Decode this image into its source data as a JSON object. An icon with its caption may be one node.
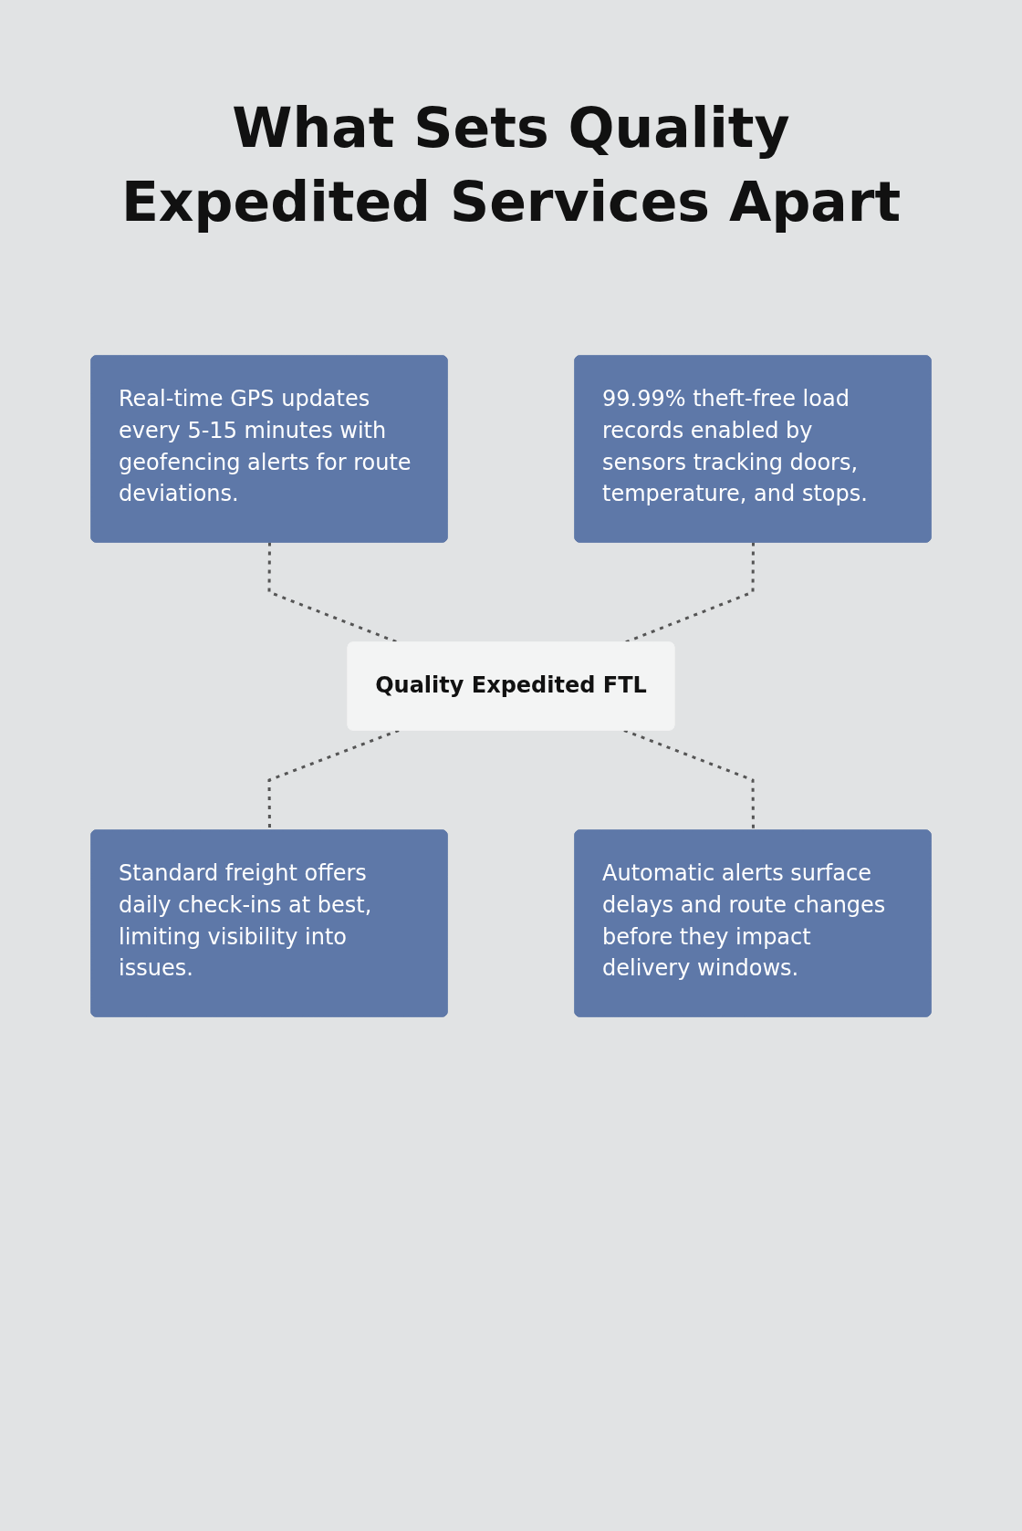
{
  "diagram": {
    "title": "What Sets Quality Expedited Services Apart",
    "nodes": [
      {
        "text": [
          "Real-time GPS updates every 5-15 minutes with geofencing alerts for route deviations."
        ]
      },
      {
        "text": [
          "99.99% theft-free load records enabled by sensors tracking doors, temperature, and stops."
        ]
      },
      {
        "text": [
          "Quality Expedited FTL"
        ]
      },
      {
        "text": [
          "Standard freight offers daily check-ins at best, limiting visibility into issues."
        ]
      },
      {
        "text": [
          "Automatic alerts surface delays and route changes before they impact delivery windows."
        ]
      }
    ],
    "edges": [
      {
        "from": 0,
        "to": 2,
        "arrow": "none",
        "style": "dashed"
      },
      {
        "from": 1,
        "to": 2,
        "arrow": "none",
        "style": "dashed"
      },
      {
        "from": 2,
        "to": 3,
        "arrow": "none",
        "style": "dashed"
      },
      {
        "from": 2,
        "to": 4,
        "arrow": "none",
        "style": "dashed"
      }
    ]
  }
}
